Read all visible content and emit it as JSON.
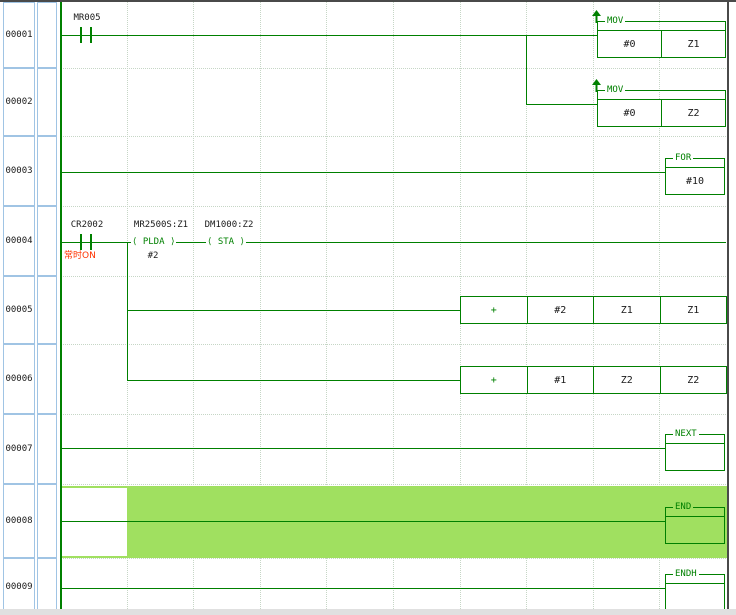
{
  "colors": {
    "green": "#008000",
    "grid": "#c6d6c6",
    "highlight": "#a0e060",
    "frame": "#a0c4e4",
    "red": "#ff3300",
    "text": "#1a1a1a",
    "edge": "#4a4a4a"
  },
  "rungs": [
    {
      "num": "00001",
      "contact": "MR005",
      "instr": "MOV",
      "ops": [
        "#0",
        "Z1"
      ]
    },
    {
      "num": "00002",
      "instr": "MOV",
      "ops": [
        "#0",
        "Z2"
      ]
    },
    {
      "num": "00003",
      "instr": "FOR",
      "ops": [
        "#10"
      ]
    },
    {
      "num": "00004",
      "contact": "CR2002",
      "note": "常时ON",
      "blocks": [
        {
          "device": "MR2500S:Z1",
          "instr": "PLDA",
          "op": "#2"
        },
        {
          "device": "DM1000:Z2",
          "instr": "STA"
        }
      ]
    },
    {
      "num": "00005",
      "ops": [
        "+",
        "#2",
        "Z1",
        "Z1"
      ]
    },
    {
      "num": "00006",
      "ops": [
        "+",
        "#1",
        "Z2",
        "Z2"
      ]
    },
    {
      "num": "00007",
      "instr": "NEXT"
    },
    {
      "num": "00008",
      "instr": "END"
    },
    {
      "num": "00009",
      "instr": "ENDH"
    }
  ]
}
